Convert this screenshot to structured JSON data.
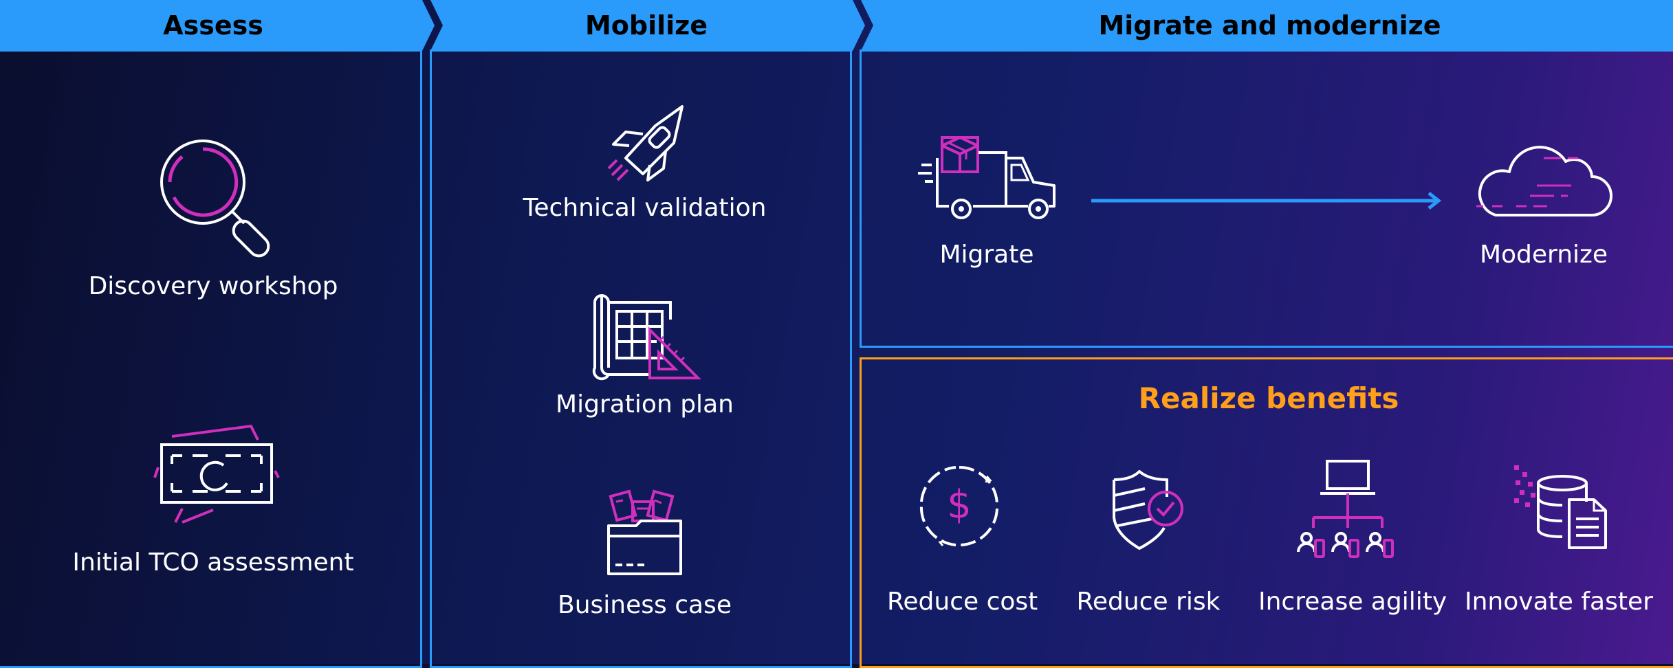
{
  "phases": {
    "assess": "Assess",
    "mobilize": "Mobilize",
    "migrate_modernize": "Migrate and modernize"
  },
  "assess": {
    "discovery": "Discovery workshop",
    "tco": "Initial TCO assessment"
  },
  "mobilize": {
    "technical": "Technical validation",
    "plan": "Migration plan",
    "business": "Business case"
  },
  "migrate": {
    "migrate": "Migrate",
    "modernize": "Modernize"
  },
  "benefits": {
    "title": "Realize benefits",
    "items": [
      "Reduce cost",
      "Reduce risk",
      "Increase agility",
      "Innovate faster"
    ]
  },
  "colors": {
    "header_blue": "#2a9bfb",
    "accent_magenta": "#d02fbd",
    "benefits_orange": "#ff9f1a",
    "arrow_blue": "#2a9bfb"
  }
}
